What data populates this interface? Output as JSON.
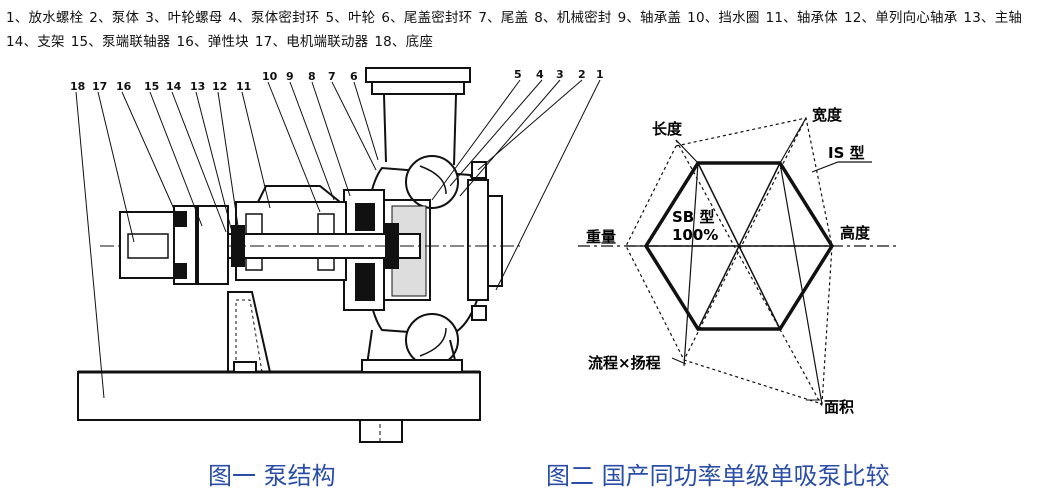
{
  "legend_items": [
    "1、放水螺栓",
    "2、泵体",
    "3、叶轮螺母",
    "4、泵体密封环",
    "5、叶轮",
    "6、尾盖密封环",
    "7、尾盖",
    "8、机械密封",
    "9、轴承盖",
    "10、挡水圈",
    "11、轴承体",
    "12、单列向心轴承",
    "13、主轴",
    "14、支架",
    "15、泵端联轴器",
    "16、弹性块",
    "17、电机端联动器",
    "18、底座"
  ],
  "figure1": {
    "caption": "图一  泵结构",
    "callouts": [
      "18",
      "17",
      "16",
      "15",
      "14",
      "13",
      "12",
      "11",
      "10",
      "9",
      "8",
      "7",
      "6",
      "5",
      "4",
      "3",
      "2",
      "1"
    ]
  },
  "figure2": {
    "caption": "图二  国产同功率单级单吸泵比较",
    "labels": {
      "length": "长度",
      "width": "宽度",
      "is_type": "IS 型",
      "weight": "重量",
      "height": "高度",
      "sb_type": "SB 型",
      "percent": "100%",
      "flow_head": "流程×扬程",
      "area": "面积"
    }
  }
}
